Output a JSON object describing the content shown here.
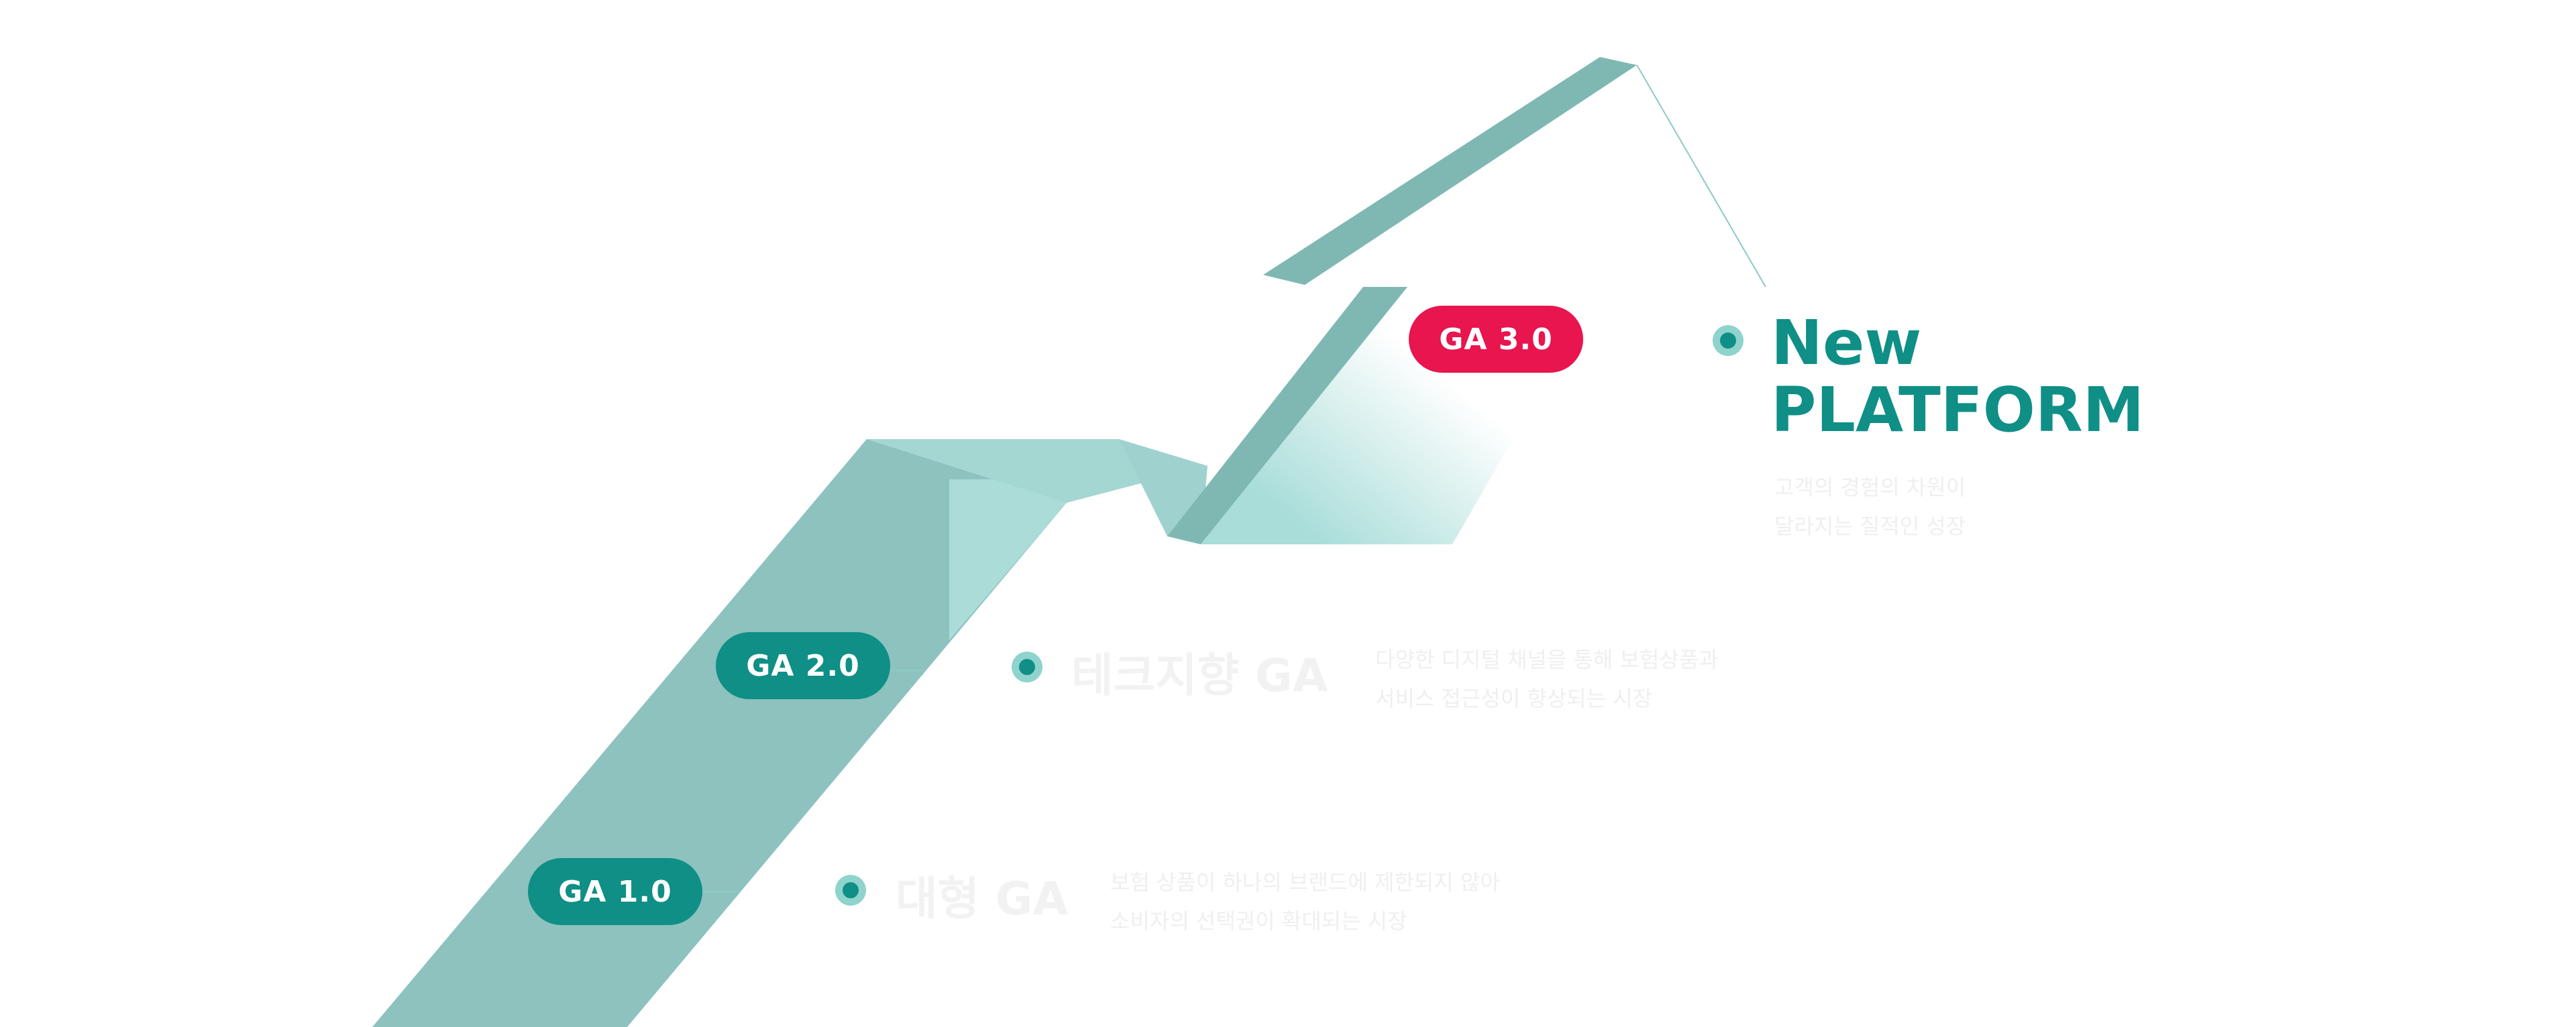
{
  "stages": [
    {
      "badge": "GA 1.0",
      "title": "대형 GA",
      "description": [
        "보험 상품이 하나의 브랜드에 제한되지 않아",
        "소비자의 선택권이 확대되는 시장"
      ]
    },
    {
      "badge": "GA 2.0",
      "title": "테크지향 GA",
      "description": [
        "다양한 디지털 채널을 통해 보험상품과",
        "서비스 접근성이 향상되는 시장"
      ]
    },
    {
      "badge": "GA 3.0",
      "title": [
        "New",
        "PLATFORM"
      ],
      "description": [
        "고객의 경험의 차원이",
        "달라지는 질적인 성장"
      ]
    }
  ],
  "colors": {
    "teal_dark": "#0f8f86",
    "teal_mid": "#8dc2bf",
    "teal_light": "#a8ddd9",
    "teal_stair": "#7fb8b3",
    "accent_red": "#e8154f",
    "dot_ring": "#8fd3cd",
    "faint_text": "#f0f0f0"
  },
  "icons": [
    "bullet-dot-icon"
  ]
}
